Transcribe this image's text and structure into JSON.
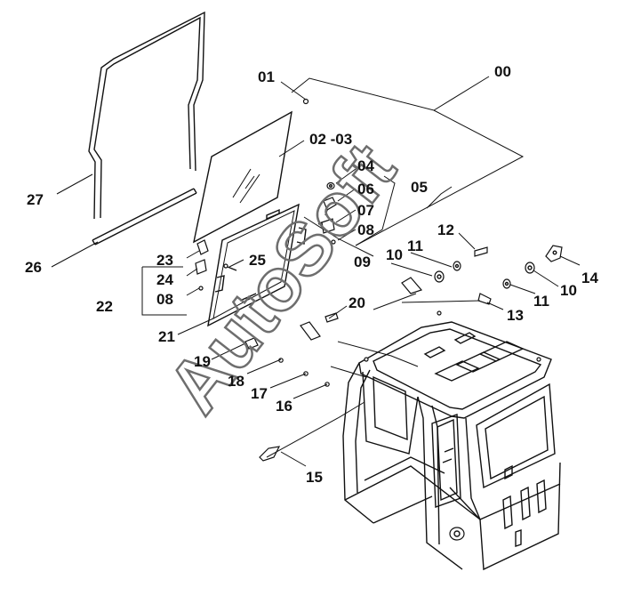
{
  "diagram": {
    "watermark": "AutoSoft",
    "labels": {
      "l00": "00",
      "l01": "01",
      "l02_03": "02 -03",
      "l04": "04",
      "l05": "05",
      "l06": "06",
      "l07": "07",
      "l08a": "08",
      "l08b": "08",
      "l09": "09",
      "l10a": "10",
      "l10b": "10",
      "l11a": "11",
      "l11b": "11",
      "l12": "12",
      "l13": "13",
      "l14": "14",
      "l15": "15",
      "l16": "16",
      "l17": "17",
      "l18": "18",
      "l19": "19",
      "l20": "20",
      "l21": "21",
      "l22": "22",
      "l23": "23",
      "l24": "24",
      "l25": "25",
      "l26": "26",
      "l27": "27"
    }
  }
}
